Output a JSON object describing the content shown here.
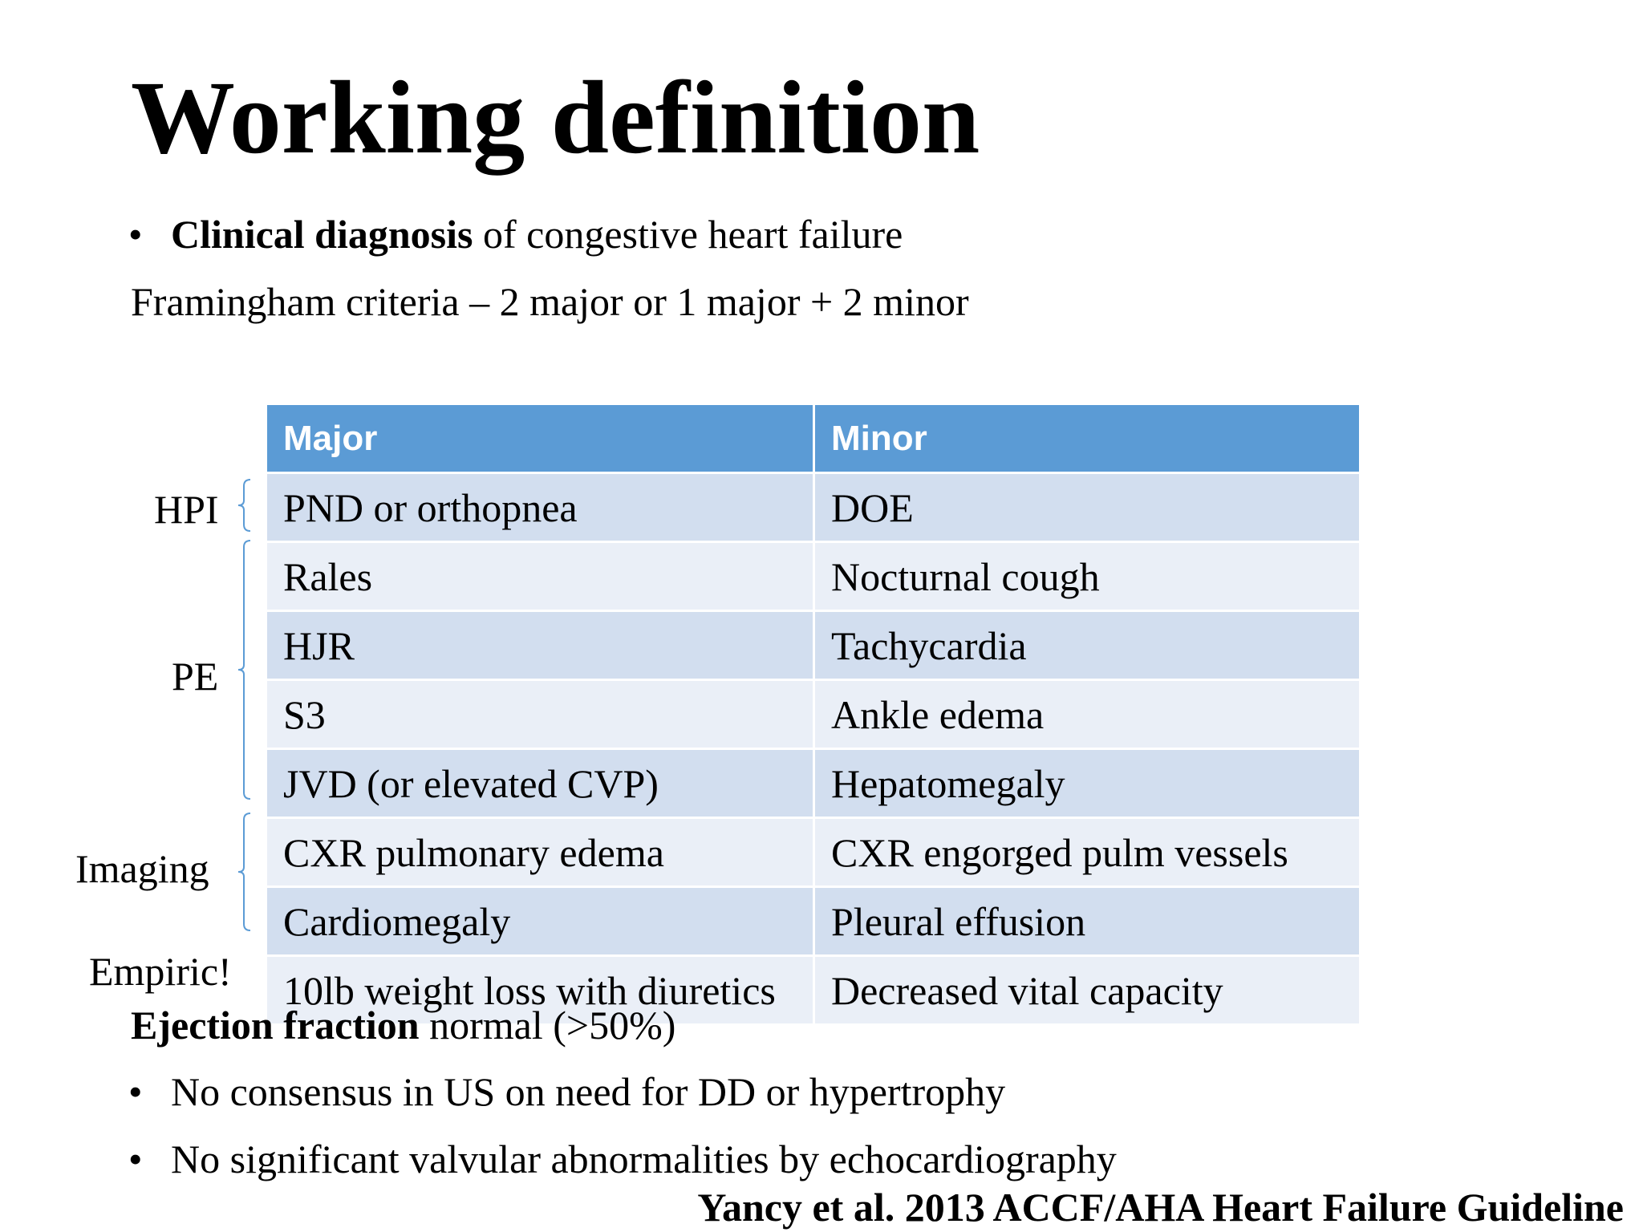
{
  "slide": {
    "title": "Working definition",
    "bullet1": {
      "bold": "Clinical diagnosis",
      "rest": " of congestive heart failure"
    },
    "framingham": "Framingham criteria – 2 major or 1 major + 2 minor",
    "table": {
      "headers": [
        "Major",
        "Minor"
      ],
      "rows": [
        [
          "PND or orthopnea",
          "DOE"
        ],
        [
          "Rales",
          "Nocturnal cough"
        ],
        [
          "HJR",
          "Tachycardia"
        ],
        [
          "S3",
          "Ankle edema"
        ],
        [
          "JVD (or elevated CVP)",
          "Hepatomegaly"
        ],
        [
          "CXR pulmonary edema",
          "CXR engorged pulm vessels"
        ],
        [
          "Cardiomegaly",
          "Pleural effusion"
        ],
        [
          "10lb weight loss with diuretics",
          "Decreased vital capacity"
        ]
      ]
    },
    "groups": {
      "hpi": "HPI",
      "pe": "PE",
      "imaging": "Imaging",
      "empiric": "Empiric!"
    },
    "ejection": {
      "bold": "Ejection fraction",
      "rest": " normal (>50%)"
    },
    "bullet2": "No consensus in US on need for DD or hypertrophy",
    "bullet3": "No significant valvular abnormalities by echocardiography",
    "bullet_char": "•",
    "citation": "Yancy et al.  2013 ACCF/AHA Heart Failure Guideline",
    "colors": {
      "header_bg": "#5b9bd5",
      "row_dark": "#d2deef",
      "row_light": "#eaeff7",
      "brace": "#5b9bd5"
    }
  }
}
